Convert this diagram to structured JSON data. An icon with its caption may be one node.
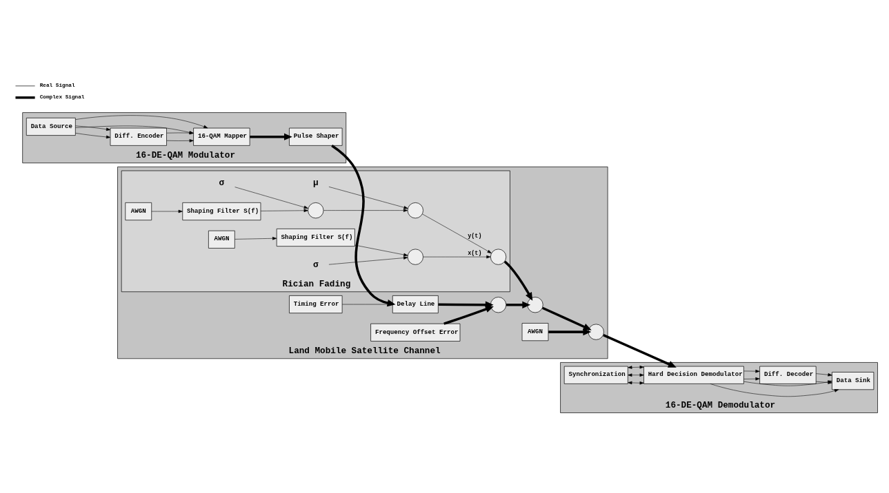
{
  "diagram": {
    "nodes": [
      {
        "text": [
          "16-DE-QAM Modulator"
        ]
      },
      {
        "text": [
          "Data Source"
        ],
        "in": 0
      },
      {
        "text": [
          "Diff. Encoder"
        ],
        "in": 0
      },
      {
        "text": [
          "16-QAM Mapper"
        ],
        "in": 0
      },
      {
        "text": [
          "Pulse Shaper"
        ],
        "in": 0
      },
      {
        "text": [
          "Land Mobile Satellite Channel"
        ]
      },
      {
        "text": [
          "Delay Line"
        ],
        "in": 5
      },
      {
        "text": [
          "Timing Error"
        ],
        "in": 5
      },
      {
        "text": [],
        "shape": "circle",
        "in": 5
      },
      {
        "text": [
          "Frequency Offset Error"
        ],
        "in": 5
      },
      {
        "text": [
          "Rician Fading"
        ],
        "in": 5
      },
      {
        "text": [
          "μ"
        ],
        "in": 10
      },
      {
        "text": [
          "σ"
        ],
        "in": 10
      },
      {
        "text": [],
        "shape": "circle",
        "in": 10
      },
      {
        "text": [],
        "shape": "circle",
        "in": 10
      },
      {
        "text": [
          "Shaping Filter S(f)"
        ],
        "in": 10
      },
      {
        "text": [
          "AWGN"
        ],
        "in": 10
      },
      {
        "text": [],
        "shape": "circle",
        "in": 5
      },
      {
        "text": [],
        "shape": "circle",
        "in": 10
      },
      {
        "text": [],
        "shape": "circle",
        "in": 10
      },
      {
        "text": [
          "Shaping Filter S(f)"
        ],
        "in": 10
      },
      {
        "text": [
          "AWGN"
        ],
        "in": 10
      },
      {
        "text": [
          "σ"
        ],
        "in": 10
      },
      {
        "text": [],
        "shape": "circle",
        "in": 5
      },
      {
        "text": [
          "AWGN"
        ],
        "in": 5
      },
      {
        "text": [
          "16-DE-QAM Demodulator"
        ]
      },
      {
        "text": [
          "Synchronization"
        ],
        "in": 25
      },
      {
        "text": [
          "Data Sink"
        ],
        "in": 25
      },
      {
        "text": [
          "Diff. Decoder"
        ],
        "in": 25
      },
      {
        "text": [
          "Hard Decision Demodulator"
        ],
        "in": 25
      }
    ],
    "edges": [
      {
        "from": 1,
        "to": 2,
        "arrow": "to"
      },
      {
        "from": 1,
        "to": 2,
        "arrow": "to"
      },
      {
        "from": 2,
        "to": 3,
        "arrow": "to"
      },
      {
        "from": 2,
        "to": 3,
        "arrow": "to"
      },
      {
        "from": 1,
        "to": 3,
        "arrow": "to"
      },
      {
        "from": 1,
        "to": 3,
        "arrow": "to"
      },
      {
        "from": 3,
        "to": 4,
        "arrow": "to",
        "style": "thick"
      },
      {
        "from": 4,
        "to": 6,
        "arrow": "to",
        "style": "thick"
      },
      {
        "from": 7,
        "to": 6,
        "arrow": "to"
      },
      {
        "from": 6,
        "to": 8,
        "arrow": "to",
        "style": "thick"
      },
      {
        "from": 9,
        "to": 8,
        "arrow": "to",
        "style": "thick"
      },
      {
        "from": 8,
        "to": 17,
        "arrow": "to",
        "style": "thick"
      },
      {
        "from": 11,
        "to": 13,
        "arrow": "to"
      },
      {
        "from": 12,
        "to": 14,
        "arrow": "to"
      },
      {
        "from": 16,
        "to": 15,
        "arrow": "to"
      },
      {
        "from": 15,
        "to": 14,
        "arrow": "to"
      },
      {
        "from": 14,
        "to": 13,
        "arrow": "to"
      },
      {
        "from": 13,
        "to": 18,
        "arrow": "to",
        "label": "y(t)"
      },
      {
        "from": 19,
        "to": 18,
        "arrow": "to",
        "label": "x(t)"
      },
      {
        "from": 22,
        "to": 19,
        "arrow": "to"
      },
      {
        "from": 20,
        "to": 19,
        "arrow": "to"
      },
      {
        "from": 21,
        "to": 20,
        "arrow": "to"
      },
      {
        "from": 18,
        "to": 17,
        "arrow": "to",
        "style": "thick"
      },
      {
        "from": 17,
        "to": 23,
        "arrow": "to",
        "style": "thick"
      },
      {
        "from": 24,
        "to": 23,
        "arrow": "to",
        "style": "thick"
      },
      {
        "from": 23,
        "to": 29,
        "arrow": "to",
        "style": "thick"
      },
      {
        "from": 26,
        "to": 29,
        "arrow": "both"
      },
      {
        "from": 26,
        "to": 29,
        "arrow": "both"
      },
      {
        "from": 26,
        "to": 29,
        "arrow": "both"
      },
      {
        "from": 29,
        "to": 28,
        "arrow": "to"
      },
      {
        "from": 29,
        "to": 28,
        "arrow": "to"
      },
      {
        "from": 28,
        "to": 27,
        "arrow": "to"
      },
      {
        "from": 28,
        "to": 27,
        "arrow": "to"
      },
      {
        "from": 29,
        "to": 27,
        "arrow": "to"
      },
      {
        "from": 29,
        "to": 27,
        "arrow": "to"
      }
    ],
    "legend": [
      {
        "text": "Real Signal"
      },
      {
        "text": "Complex Signal"
      }
    ]
  }
}
